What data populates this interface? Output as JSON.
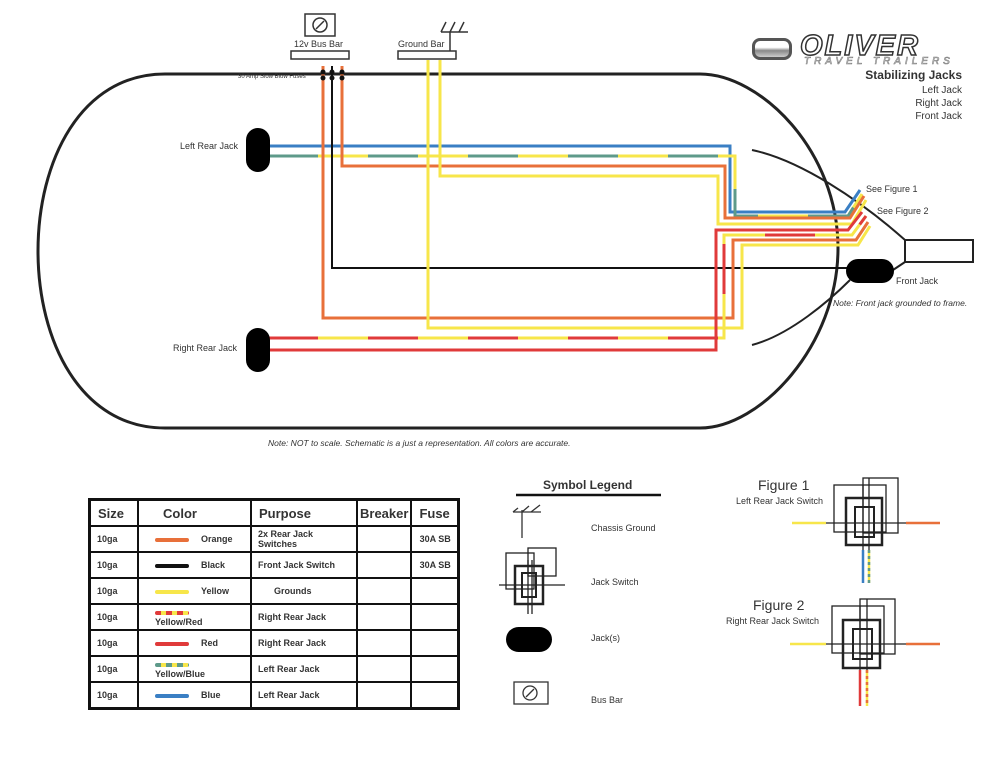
{
  "brand": {
    "name": "OLIVER",
    "tagline": "TRAVEL TRAILERS"
  },
  "header": {
    "title": "Stabilizing Jacks",
    "items": [
      "Left Jack",
      "Right Jack",
      "Front Jack"
    ]
  },
  "schematic": {
    "bus_bar_label": "12v Bus Bar",
    "ground_bar_label": "Ground Bar",
    "fuses_label": "30 Amp Slow Blow Fuses",
    "left_rear_jack_label": "Left Rear Jack",
    "right_rear_jack_label": "Right Rear Jack",
    "front_jack_label": "Front Jack",
    "see_figure_1": "See Figure 1",
    "see_figure_2": "See Figure 2",
    "front_jack_note": "Note:  Front jack grounded to frame.",
    "scale_note": "Note:  NOT to scale.  Schematic is a just a representation.  All colors are accurate."
  },
  "colors": {
    "orange": "#e8703a",
    "black": "#111111",
    "yellow": "#f7e64a",
    "red": "#e03a3a",
    "blue": "#3a7fc4",
    "green_blue": "#5e9a8a",
    "outline": "#222222"
  },
  "wire_table": {
    "headers": [
      "Size",
      "Color",
      "Purpose",
      "Breaker",
      "Fuse"
    ],
    "rows": [
      {
        "size": "10ga",
        "color": "Orange",
        "purpose": "2x Rear Jack Switches",
        "breaker": "",
        "fuse": "30A SB"
      },
      {
        "size": "10ga",
        "color": "Black",
        "purpose": "Front Jack Switch",
        "breaker": "",
        "fuse": "30A SB"
      },
      {
        "size": "10ga",
        "color": "Yellow",
        "purpose": "Grounds",
        "breaker": "",
        "fuse": ""
      },
      {
        "size": "10ga",
        "color": "Yellow/Red",
        "purpose": "Right Rear Jack",
        "breaker": "",
        "fuse": ""
      },
      {
        "size": "10ga",
        "color": "Red",
        "purpose": "Right Rear Jack",
        "breaker": "",
        "fuse": ""
      },
      {
        "size": "10ga",
        "color": "Yellow/Blue",
        "purpose": "Left Rear Jack",
        "breaker": "",
        "fuse": ""
      },
      {
        "size": "10ga",
        "color": "Blue",
        "purpose": "Left Rear Jack",
        "breaker": "",
        "fuse": ""
      }
    ]
  },
  "symbol_legend": {
    "title": "Symbol Legend",
    "items": [
      "Chassis Ground",
      "Jack Switch",
      "Jack(s)",
      "Bus Bar"
    ]
  },
  "figures": [
    {
      "title": "Figure 1",
      "subtitle": "Left Rear Jack Switch"
    },
    {
      "title": "Figure 2",
      "subtitle": "Right Rear Jack Switch"
    }
  ]
}
